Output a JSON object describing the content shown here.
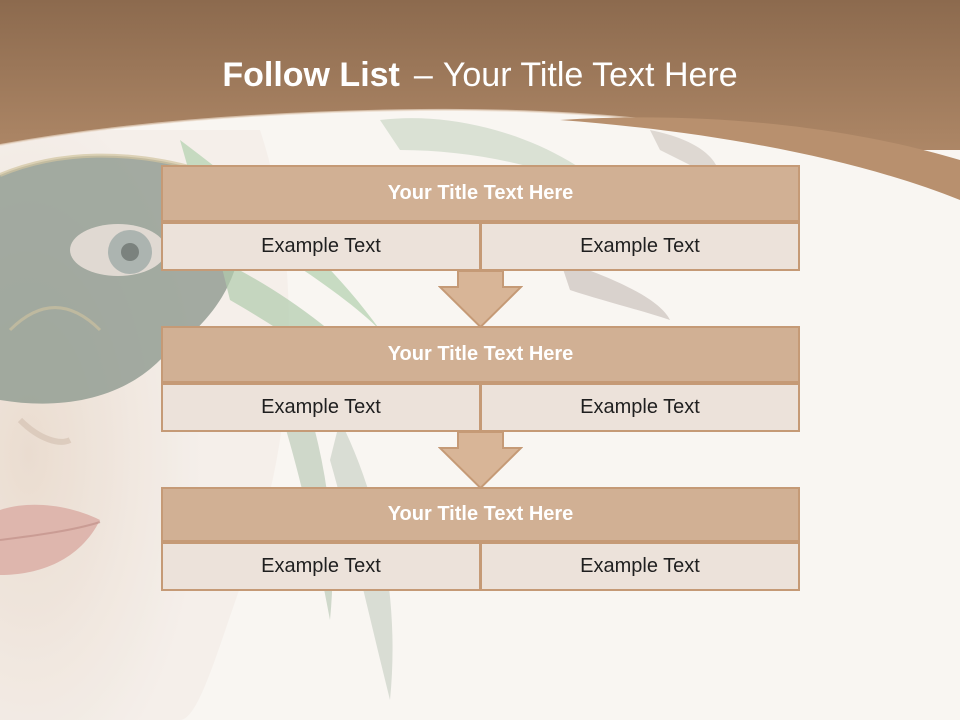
{
  "title": {
    "bold": "Follow List",
    "separator": "–",
    "rest": "Your Title Text Here"
  },
  "blocks": [
    {
      "title": "Your Title Text Here",
      "left": "Example Text",
      "right": "Example Text"
    },
    {
      "title": "Your Title Text Here",
      "left": "Example Text",
      "right": "Example Text"
    },
    {
      "title": "Your Title Text Here",
      "left": "Example Text",
      "right": "Example Text"
    }
  ],
  "colors": {
    "header_brown": "#a57c5a",
    "block_title_fill": "#d1b094",
    "block_border": "#c59a76",
    "cell_fill": "#ece2da",
    "arrow_fill": "#d8b597"
  }
}
